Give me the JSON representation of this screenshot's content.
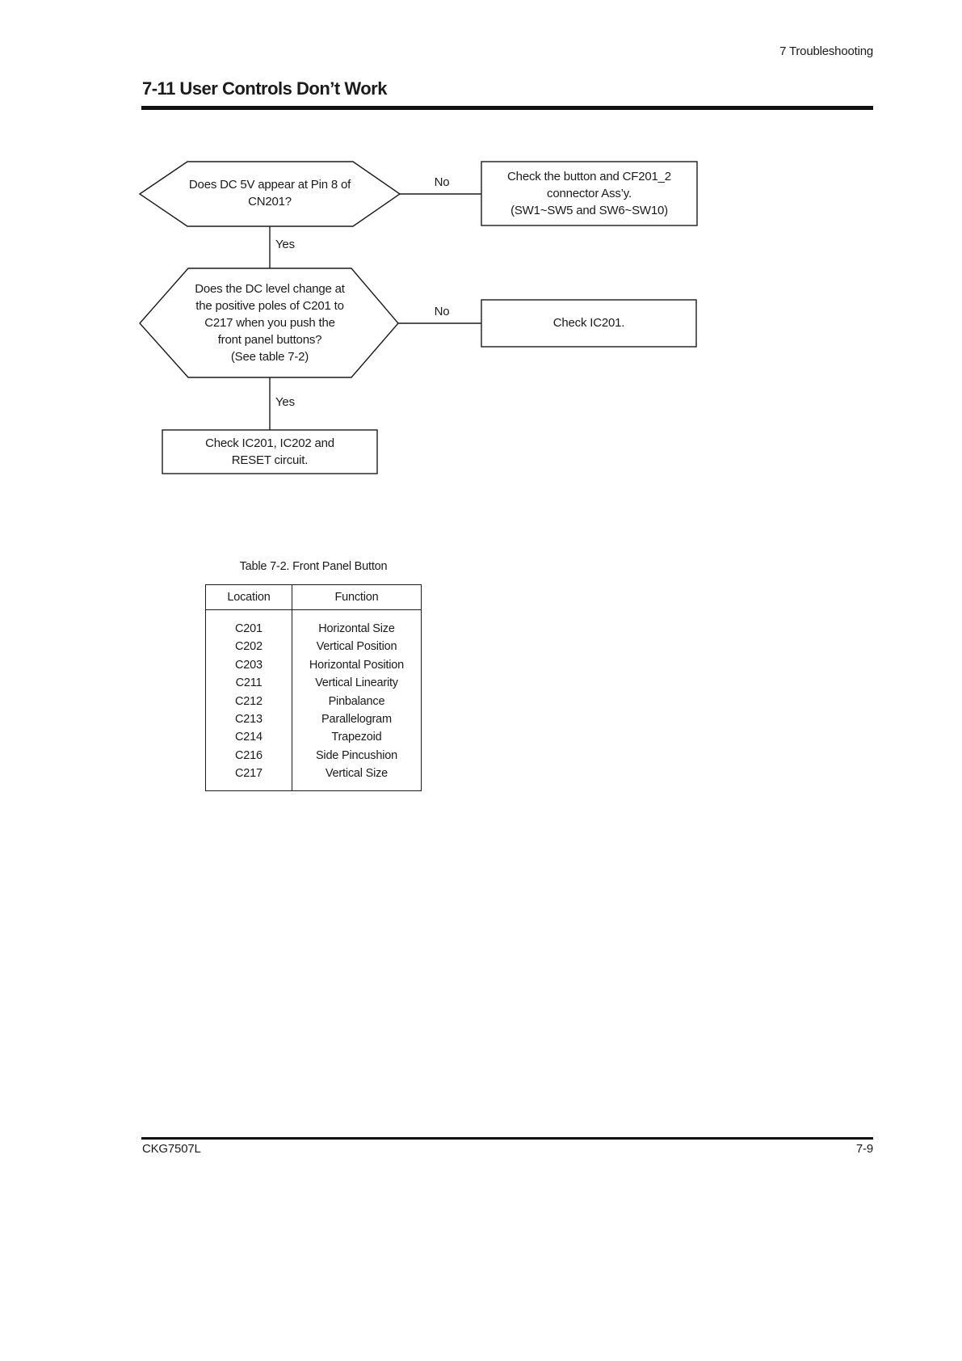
{
  "header": {
    "section_label": "7 Troubleshooting",
    "title": "7-11 User Controls Don’t Work"
  },
  "flowchart": {
    "decision1": "Does DC 5V appear at Pin 8 of\nCN201?",
    "action1": "Check the button and CF201_2\nconnector Ass’y.\n(SW1~SW5 and SW6~SW10)",
    "decision2": "Does the DC level change at\nthe positive poles of C201 to\nC217 when you push the\nfront panel buttons?\n(See table 7-2)",
    "action2": "Check IC201.",
    "action3": "Check IC201, IC202 and\nRESET circuit.",
    "labels": {
      "no1": "No",
      "yes1": "Yes",
      "no2": "No",
      "yes2": "Yes"
    }
  },
  "table": {
    "caption": "Table 7-2. Front Panel Button",
    "headers": [
      "Location",
      "Function"
    ],
    "rows": [
      {
        "location": "C201",
        "function": "Horizontal Size"
      },
      {
        "location": "C202",
        "function": "Vertical Position"
      },
      {
        "location": "C203",
        "function": "Horizontal Position"
      },
      {
        "location": "C211",
        "function": "Vertical Linearity"
      },
      {
        "location": "C212",
        "function": "Pinbalance"
      },
      {
        "location": "C213",
        "function": "Parallelogram"
      },
      {
        "location": "C214",
        "function": "Trapezoid"
      },
      {
        "location": "C216",
        "function": "Side Pincushion"
      },
      {
        "location": "C217",
        "function": "Vertical Size"
      }
    ]
  },
  "footer": {
    "left": "CKG7507L",
    "right": "7-9"
  },
  "colors": {
    "ink": "#1b1b1b",
    "paper": "#ffffff"
  }
}
